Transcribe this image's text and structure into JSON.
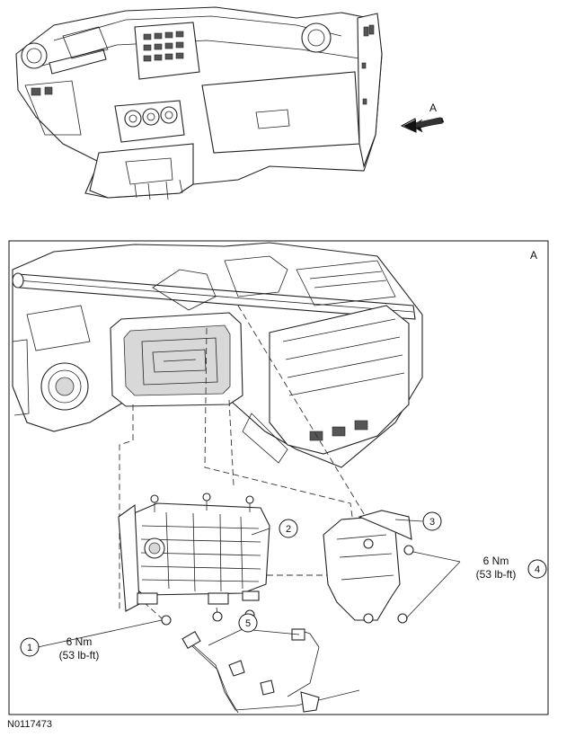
{
  "overview": {
    "view_letter": "A"
  },
  "detail": {
    "view_letter": "A",
    "callouts": [
      {
        "number": "1"
      },
      {
        "number": "2"
      },
      {
        "number": "3"
      },
      {
        "number": "4"
      },
      {
        "number": "5"
      }
    ],
    "torque_specs": [
      {
        "metric": "6 Nm",
        "imperial": "(53 lb-ft)"
      },
      {
        "metric": "6 Nm",
        "imperial": "(53 lb-ft)"
      }
    ]
  },
  "figure_id": "N0117473"
}
